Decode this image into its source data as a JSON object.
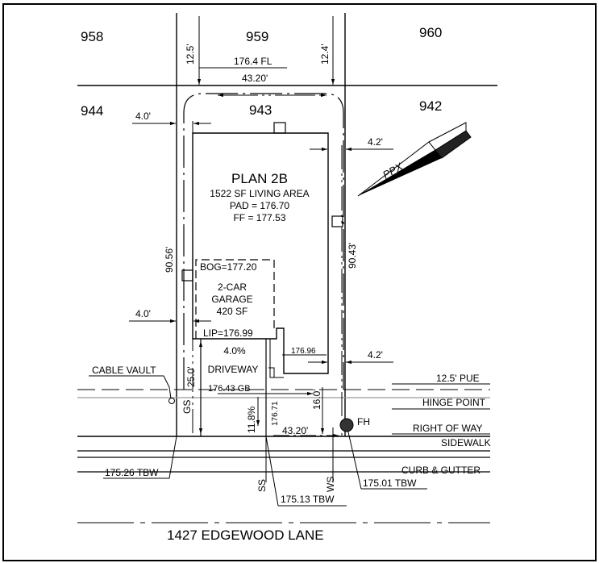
{
  "lots": {
    "north_left": "958",
    "north_mid": "959",
    "north_right": "960",
    "west": "944",
    "subject": "943",
    "east": "942"
  },
  "plan": {
    "name": "PLAN 2B",
    "living_area": "1522 SF LIVING AREA",
    "pad": "PAD = 176.70",
    "ff": "FF = 177.53"
  },
  "garage": {
    "bog": "BOG=177.20",
    "line1": "2-CAR",
    "line2": "GARAGE",
    "area": "420 SF",
    "lip": "LIP=176.99"
  },
  "driveway": {
    "slope": "4.0%",
    "label": "DRIVEWAY"
  },
  "dimensions": {
    "rear_setback_left": "12.5'",
    "rear_setback_right": "12.4'",
    "rear_width": "43.20'",
    "front_width": "43.20'",
    "left_side_top": "4.0'",
    "left_side_bottom": "4.0'",
    "right_side_top": "4.2'",
    "right_side_bottom": "4.2'",
    "left_depth": "90.56'",
    "right_depth": "90.43'",
    "front_setback": "25.0'",
    "ws_dim": "16.0'"
  },
  "elevations": {
    "fl": "176.4 FL",
    "step": "176.96",
    "gb": "176.43 GB",
    "slope_pct": "11.8%",
    "drive_elev": "176.71",
    "tbw_left": "175.26 TBW",
    "tbw_mid": "175.13 TBW",
    "tbw_right": "175.01 TBW"
  },
  "labels": {
    "cable_vault": "CABLE VAULT",
    "pue": "12.5' PUE",
    "hinge_point": "HINGE POINT",
    "right_of_way": "RIGHT OF WAY",
    "sidewalk": "SIDEWALK",
    "curb": "CURB & GUTTER",
    "gs": "GS",
    "ss": "SS",
    "ws": "WS",
    "fh": "FH",
    "north_arrow": "PPX"
  },
  "street": {
    "address": "1427 EDGEWOOD LANE"
  }
}
